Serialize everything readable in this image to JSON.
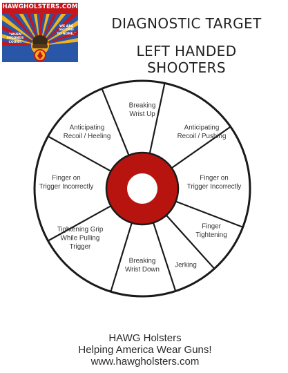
{
  "header": {
    "logo": {
      "brand": "HAWGHOLSTERS.COM",
      "slogan_left": "\"WHEN SECONDS COUNT.",
      "slogan_right": "WE ARE SECOND TO NONE.\"",
      "colors": {
        "red": "#c4161c",
        "blue": "#2a56a8",
        "gold": "#f2b21b"
      }
    },
    "title_line1": "DIAGNOSTIC TARGET",
    "title_line2": "LEFT HANDED SHOOTERS"
  },
  "target": {
    "ring_color": "#b8140f",
    "outline_color": "#1a1a1a",
    "segments": [
      {
        "lines": [
          "Breaking",
          "Wrist Up"
        ]
      },
      {
        "lines": [
          "Anticipating",
          "Recoil / Pushing"
        ]
      },
      {
        "lines": [
          "Finger on",
          "Trigger Incorrectly"
        ]
      },
      {
        "lines": [
          "Finger",
          "Tightening"
        ]
      },
      {
        "lines": [
          "Jerking"
        ]
      },
      {
        "lines": [
          "Breaking",
          "Wrist Down"
        ]
      },
      {
        "lines": [
          "Tightening Grip",
          "While Pulling",
          "Trigger"
        ]
      },
      {
        "lines": [
          "Finger on",
          "Trigger Incorrectly"
        ]
      },
      {
        "lines": [
          "Anticipating",
          "Recoil / Heeling"
        ]
      }
    ]
  },
  "footer": {
    "line1": "HAWG Holsters",
    "line2": "Helping America Wear Guns!",
    "line3": "www.hawgholsters.com"
  }
}
